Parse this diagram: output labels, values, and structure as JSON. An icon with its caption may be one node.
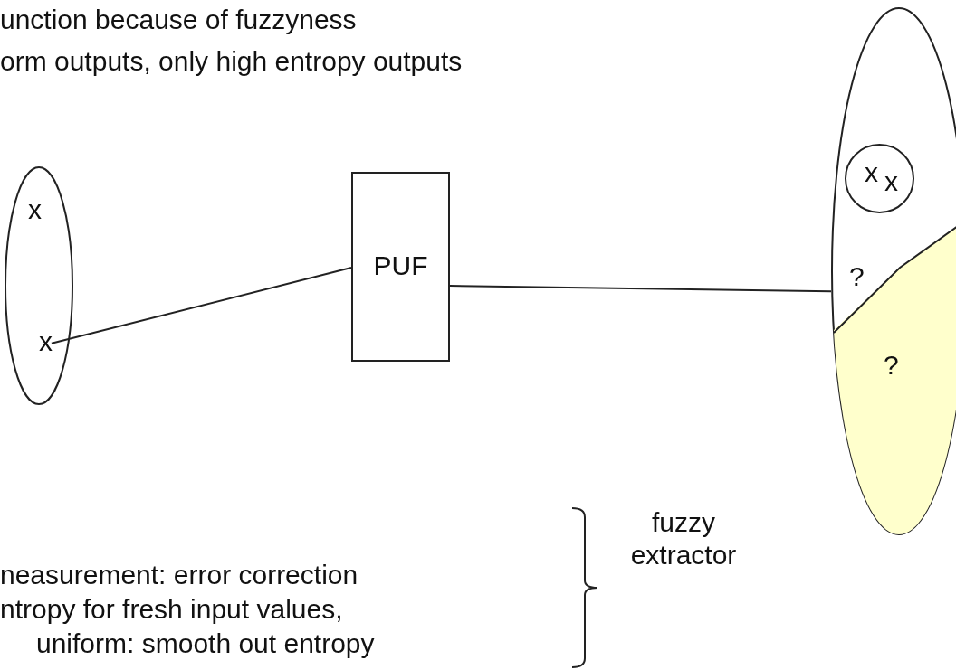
{
  "diagram": {
    "nodes": [
      {
        "text": [],
        "shape": "ellipse"
      },
      {
        "text": [
          "x"
        ],
        "in": 0
      },
      {
        "text": [
          "x"
        ],
        "in": 0
      },
      {
        "text": [
          "PUF"
        ]
      },
      {
        "text": [],
        "shape": "ellipse"
      },
      {
        "text": [
          "x",
          "x"
        ],
        "in": 4
      },
      {
        "text": [
          "?"
        ],
        "in": 4
      },
      {
        "text": [
          "fuzzy extractor"
        ]
      }
    ],
    "edges": [
      {
        "from": 2,
        "to": 3,
        "arrow": "none"
      },
      {
        "from": 3,
        "to": 4,
        "arrow": "none"
      }
    ],
    "labels": [
      "unction because of fuzzyness",
      "orm outputs, only high entropy outputs",
      "?",
      "neasurement: error correction",
      "ntropy for fresh input values,",
      "uniform: smooth out entropy"
    ]
  }
}
